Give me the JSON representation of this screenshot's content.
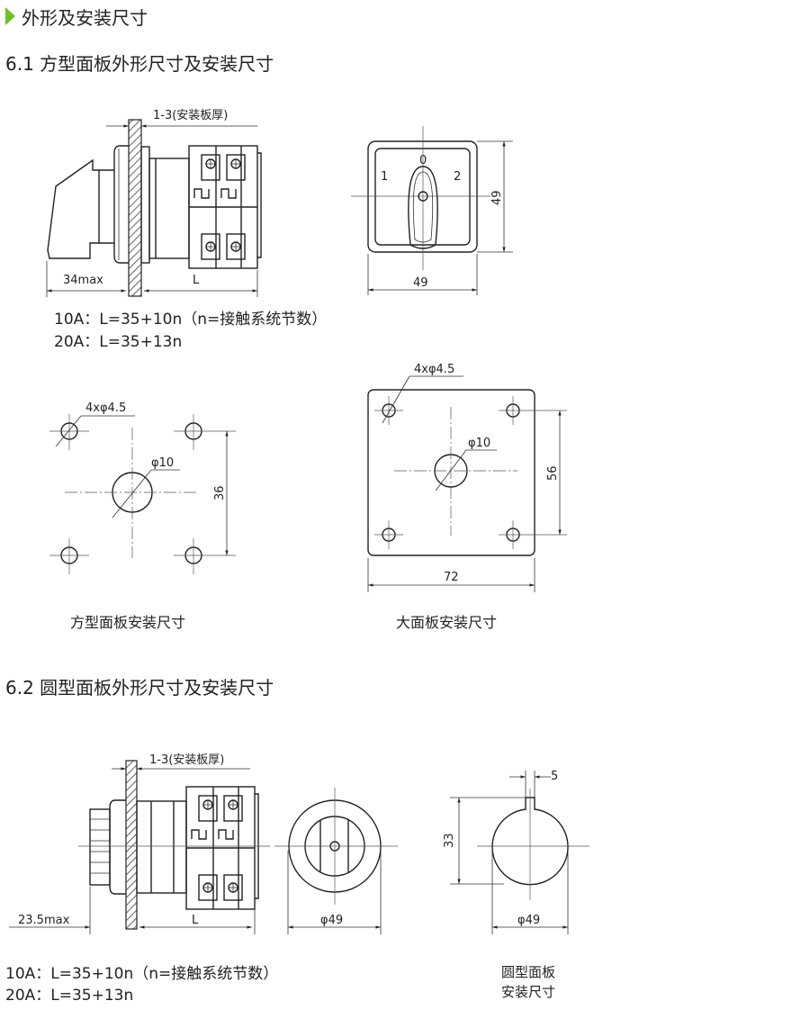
{
  "section_title": "外形及安装尺寸",
  "accent_color": "#6cc21f",
  "s61": {
    "heading": "6.1 方型面板外形尺寸及安装尺寸",
    "side": {
      "panel_thickness": "1-3(安装板厚)",
      "knob_depth": "34max",
      "length": "L"
    },
    "front": {
      "pos0": "0",
      "pos1": "1",
      "pos2": "2",
      "height": "49",
      "width": "49"
    },
    "formula_10a": "10A：L=35+10n（n=接触系统节数）",
    "formula_20a": "20A：L=35+13n",
    "square_mount": {
      "holes": "4xφ4.5",
      "center": "φ10",
      "spacing": "36",
      "caption": "方型面板安装尺寸"
    },
    "large_mount": {
      "holes": "4xφ4.5",
      "center": "φ10",
      "height": "56",
      "width": "72",
      "caption": "大面板安装尺寸"
    }
  },
  "s62": {
    "heading": "6.2 圆型面板外形尺寸及安装尺寸",
    "side": {
      "panel_thickness": "1-3(安装板厚)",
      "knob_depth": "23.5max",
      "length": "L"
    },
    "front": {
      "diameter": "φ49"
    },
    "cutout": {
      "key": "5",
      "height": "33",
      "diameter": "φ49",
      "caption_line1": "圆型面板",
      "caption_line2": "安装尺寸"
    },
    "formula_10a": "10A：L=35+10n（n=接触系统节数）",
    "formula_20a": "20A：L=35+13n"
  }
}
